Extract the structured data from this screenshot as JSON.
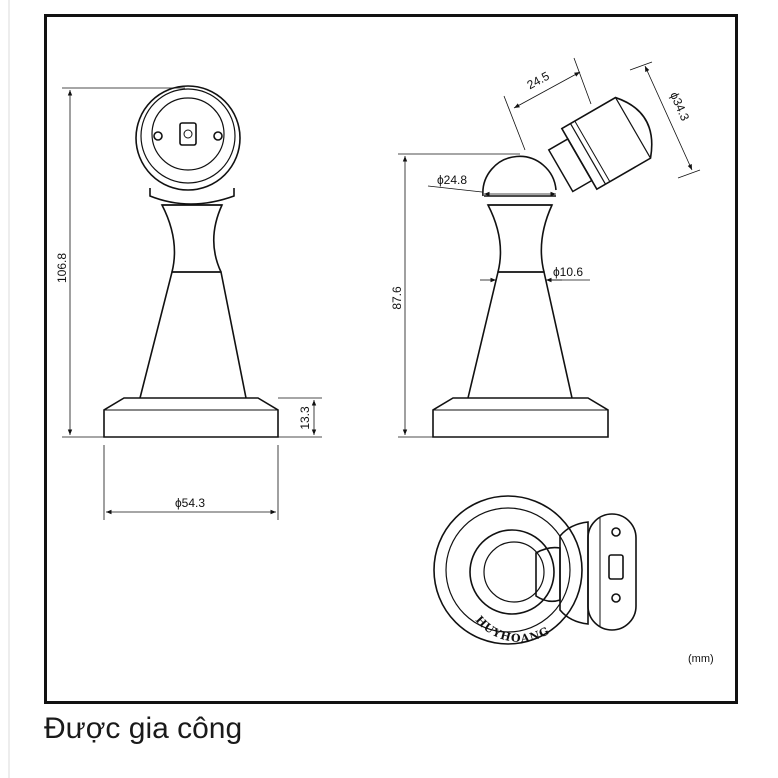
{
  "dimensions": {
    "total_height": "106.8",
    "base_height": "13.3",
    "base_diameter": "ϕ54.3",
    "height_to_ball": "87.6",
    "ball_diameter": "ϕ24.8",
    "neck_diameter": "ϕ10.6",
    "head_length": "24.5",
    "head_diameter": "ϕ34.3"
  },
  "brand_mark": "HUYHOANG",
  "units": "(mm)",
  "caption": "Được gia công",
  "colors": {
    "stroke": "#111111",
    "background": "#ffffff"
  }
}
